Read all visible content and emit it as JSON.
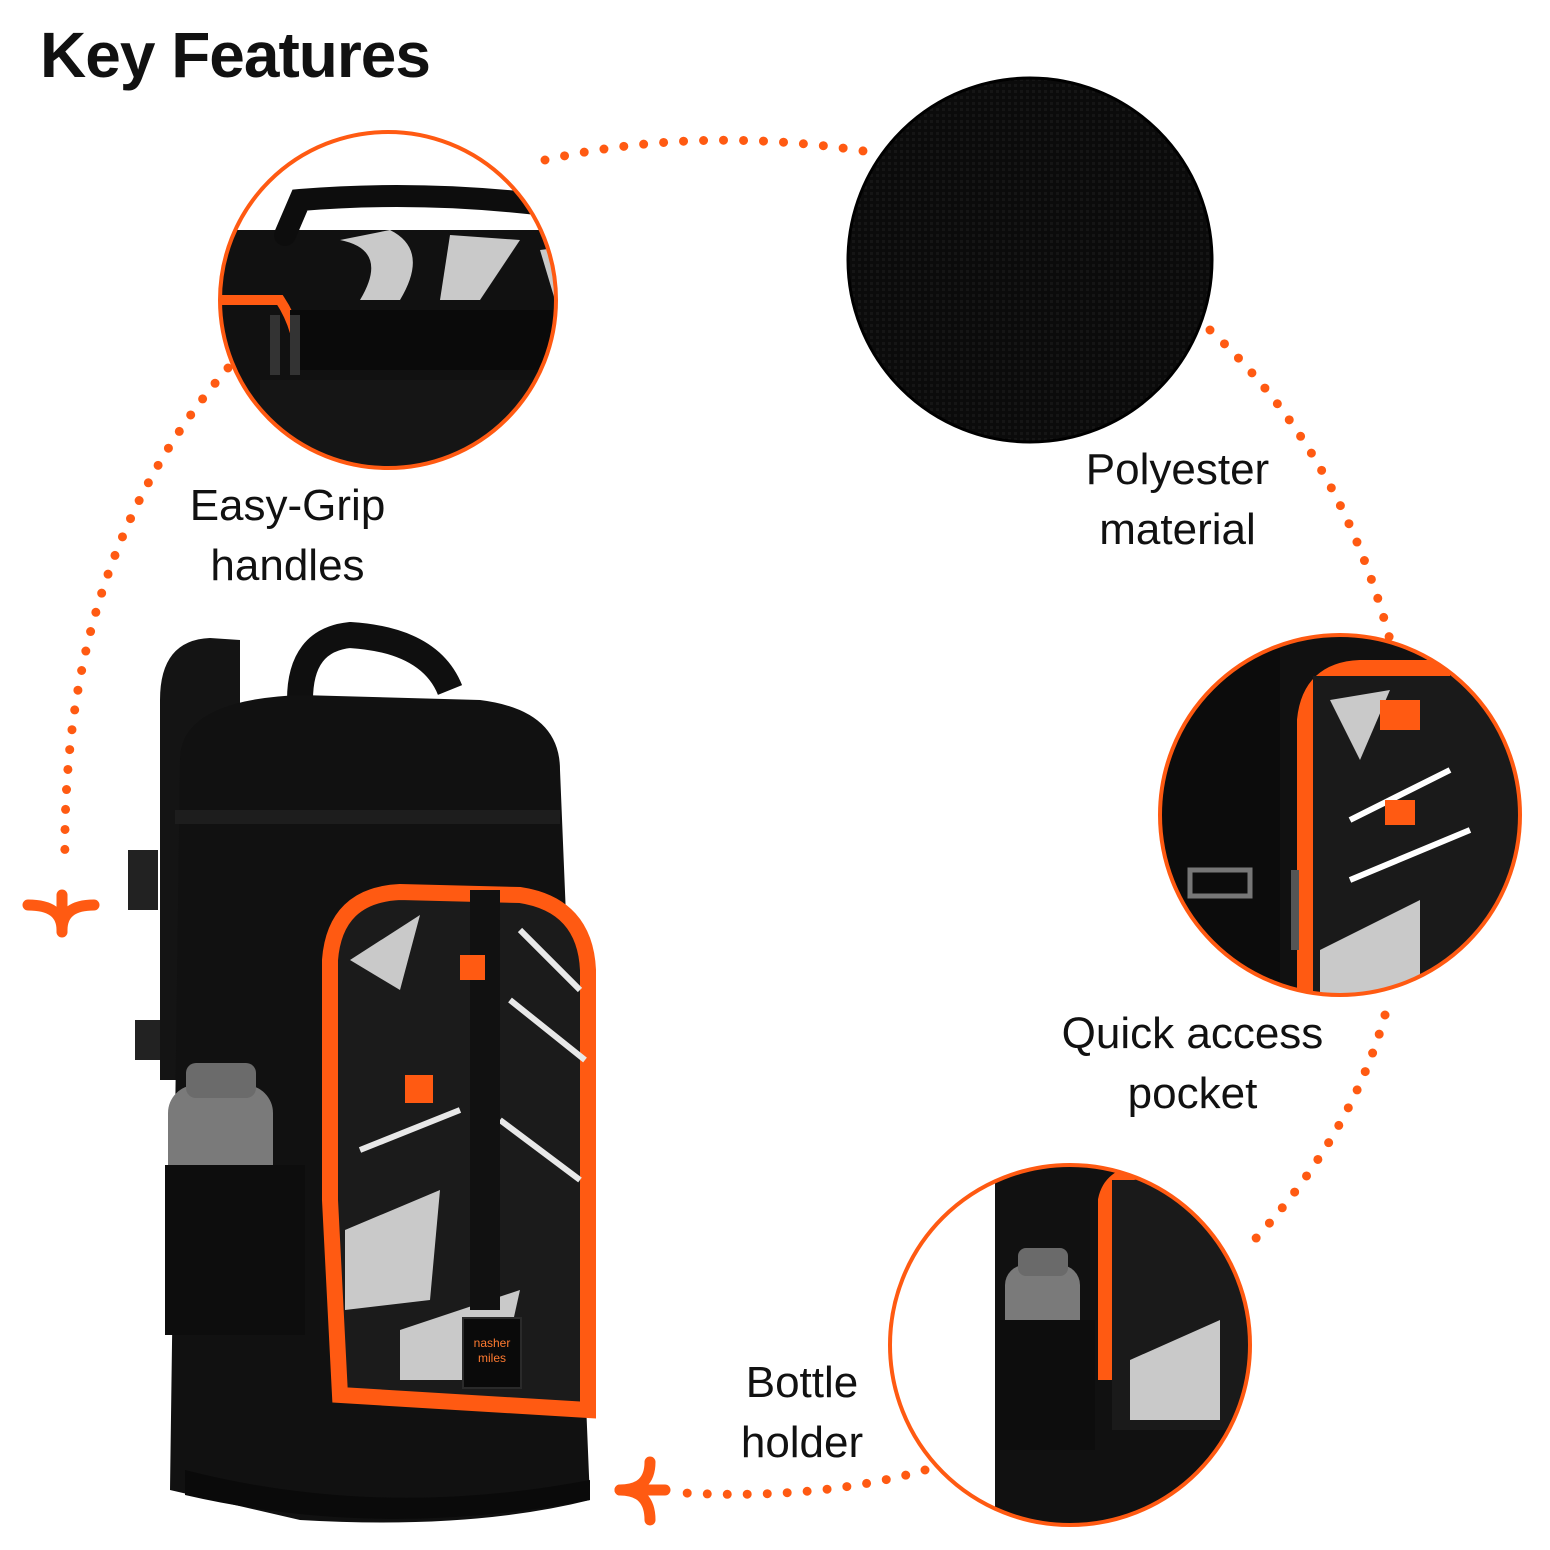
{
  "page": {
    "title": "Key Features"
  },
  "features": [
    {
      "line1": "Easy-Grip",
      "line2": "handles"
    },
    {
      "line1": "Polyester",
      "line2": "material"
    },
    {
      "line1": "Quick access",
      "line2": "pocket"
    },
    {
      "line1": "Bottle",
      "line2": "holder"
    }
  ],
  "brand": {
    "logo_text_line1": "nasher",
    "logo_text_line2": "miles"
  },
  "colors": {
    "accent": "#ff5a12",
    "bag": "#111111",
    "pattern": "#c9c9c9",
    "bottle": "#7a7a7a"
  }
}
